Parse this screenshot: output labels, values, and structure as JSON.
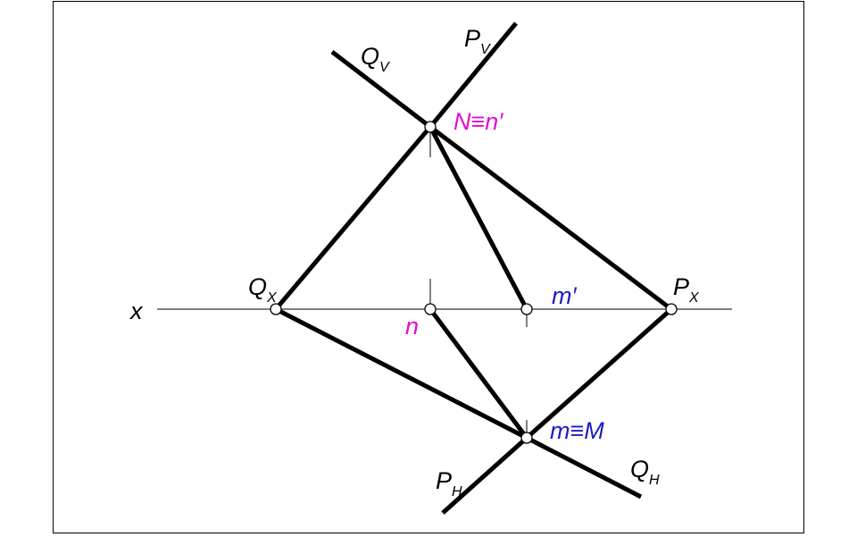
{
  "diagram": {
    "labels": {
      "x_axis": "x",
      "qv_main": "Q",
      "qv_sub": "V",
      "pv_main": "P",
      "pv_sub": "V",
      "n_top": "N≡n′",
      "qx_main": "Q",
      "qx_sub": "X",
      "px_main": "P",
      "px_sub": "X",
      "n_bottom": "n",
      "m_prime": "m′",
      "m_bottom": "m≡M",
      "ph_main": "P",
      "ph_sub": "H",
      "qh_main": "Q",
      "qh_sub": "H"
    },
    "colors": {
      "lines": "#000000",
      "magenta_labels": "#e010d0",
      "blue_labels": "#1a1acc",
      "frame": "#000000"
    }
  }
}
